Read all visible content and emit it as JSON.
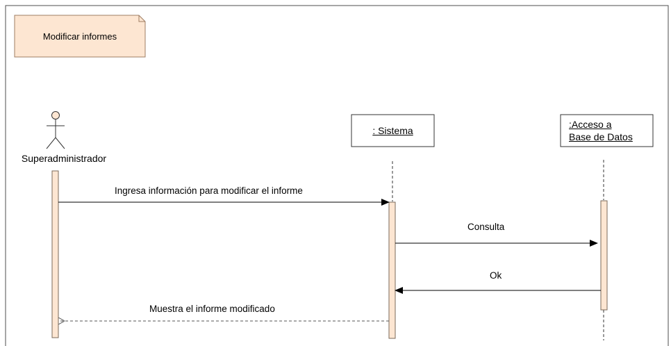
{
  "diagram": {
    "frame_title": "Modificar informes",
    "actor": {
      "name": "Superadministrador"
    },
    "lifelines": [
      {
        "id": "sistema",
        "label_lines": [
          ": Sistema"
        ]
      },
      {
        "id": "acceso",
        "label_lines": [
          ":Acceso a",
          "Base de Datos"
        ]
      }
    ],
    "messages": [
      {
        "from": "actor",
        "to": "sistema",
        "label": "Ingresa información para modificar el informe",
        "style": "solid"
      },
      {
        "from": "sistema",
        "to": "acceso",
        "label": "Consulta",
        "style": "solid"
      },
      {
        "from": "acceso",
        "to": "sistema",
        "label": "Ok",
        "style": "solid"
      },
      {
        "from": "sistema",
        "to": "actor",
        "label": "Muestra el informe modificado",
        "style": "dashed"
      }
    ]
  },
  "colors": {
    "note_fill": "#fde6d2",
    "note_border": "#9e7d63",
    "activation_fill": "#fde6d2",
    "activation_border": "#7a6a5a",
    "line": "#000000",
    "frame_border": "#4d4d4d"
  }
}
